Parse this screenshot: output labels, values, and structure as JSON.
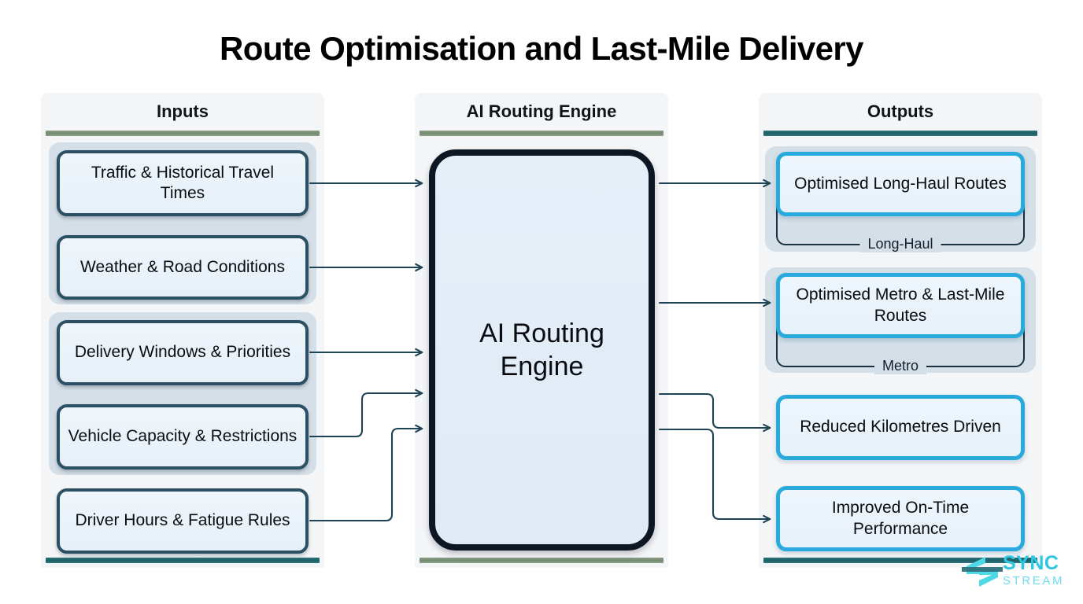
{
  "page": {
    "title": "Route Optimisation and Last-Mile Delivery"
  },
  "colors": {
    "input_border": "#2b4f63",
    "output_border": "#28aadd",
    "engine_border": "#0d1724",
    "rule_sage": "#73896f",
    "rule_teal": "#1f5f67",
    "connector": "#1d4354",
    "card_fill": "#e9f1f9",
    "group_backdrop": "#cfdbe4",
    "panel_bg": "#f4f5f7",
    "logo_primary": "#2ec6e0",
    "logo_secondary": "#6fdbee"
  },
  "columns": {
    "inputs": {
      "header": "Inputs",
      "rule_color": "sage",
      "foot_color": "teal",
      "cards": [
        {
          "label": "Traffic & Historical Travel Times",
          "group": 1
        },
        {
          "label": "Weather & Road Conditions",
          "group": 1
        },
        {
          "label": "Delivery Windows & Priorities",
          "group": 2
        },
        {
          "label": "Vehicle Capacity & Restrictions",
          "group": 2
        },
        {
          "label": "Driver Hours & Fatigue Rules",
          "group": 0
        }
      ]
    },
    "engine": {
      "header": "AI Routing Engine",
      "rule_color": "sage",
      "foot_color": "sage",
      "body_label": "AI Routing Engine"
    },
    "outputs": {
      "header": "Outputs",
      "rule_color": "teal",
      "foot_color": "teal",
      "cards": [
        {
          "label": "Optimised Long-Haul Routes",
          "group_label": "Long-Haul"
        },
        {
          "label": "Optimised Metro & Last-Mile Routes",
          "group_label": "Metro"
        },
        {
          "label": "Reduced Kilometres Driven",
          "group_label": ""
        },
        {
          "label": "Improved On-Time Performance",
          "group_label": ""
        }
      ]
    }
  },
  "logo": {
    "primary": "SYNC",
    "secondary": "STREAM",
    "mark": "sync-stream-mark-icon"
  }
}
